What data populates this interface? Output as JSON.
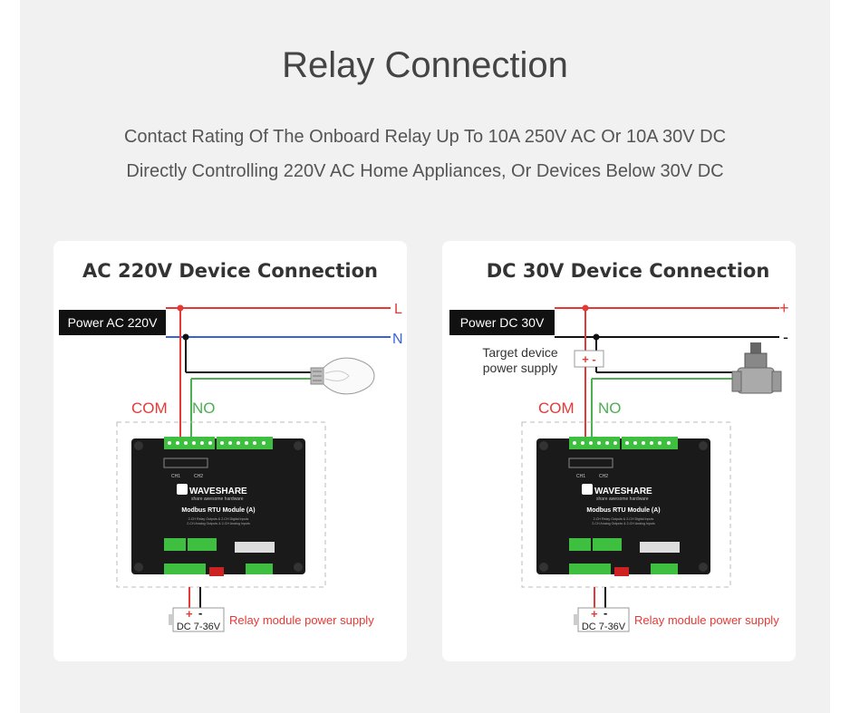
{
  "header": {
    "title": "Relay Connection",
    "subtitle_1": "Contact Rating Of The Onboard Relay Up To 10A 250V AC Or 10A 30V DC",
    "subtitle_2": "Directly Controlling 220V AC Home Appliances, Or Devices Below 30V DC"
  },
  "ac_card": {
    "title": "AC 220V Device Connection",
    "power_label": "Power AC 220V",
    "line_L": "L",
    "line_N": "N",
    "com": "COM",
    "no": "NO",
    "dc_plus": "+",
    "dc_minus": "-",
    "dc_range": "DC 7-36V",
    "module_supply": "Relay module power supply",
    "load_icon": "light-bulb-icon"
  },
  "dc_card": {
    "title": "DC 30V Device Connection",
    "power_label": "Power DC 30V",
    "line_plus": "+",
    "line_minus": "-",
    "target_supply_1": "Target device",
    "target_supply_2": "power supply",
    "target_pm": "+ -",
    "com": "COM",
    "no": "NO",
    "dc_plus": "+",
    "dc_minus": "-",
    "dc_range": "DC 7-36V",
    "module_supply": "Relay module power supply",
    "load_icon": "solenoid-valve-icon"
  },
  "module": {
    "brand": "WAVESHARE",
    "tagline": "share awesome hardware",
    "model": "Modbus RTU Module (A)",
    "desc_1": "2-CH Relay Outputs & 2-CH Digital Inputs",
    "desc_2": "2-CH Analog Outputs & 2-CH Analog Inputs",
    "ch1": "CH1",
    "ch2": "CH2"
  },
  "colors": {
    "red_wire": "#e53935",
    "blue_wire": "#3a62d6",
    "green_wire": "#4caf50",
    "black_wire": "#111111",
    "terminal_green": "#3fbf3f"
  }
}
